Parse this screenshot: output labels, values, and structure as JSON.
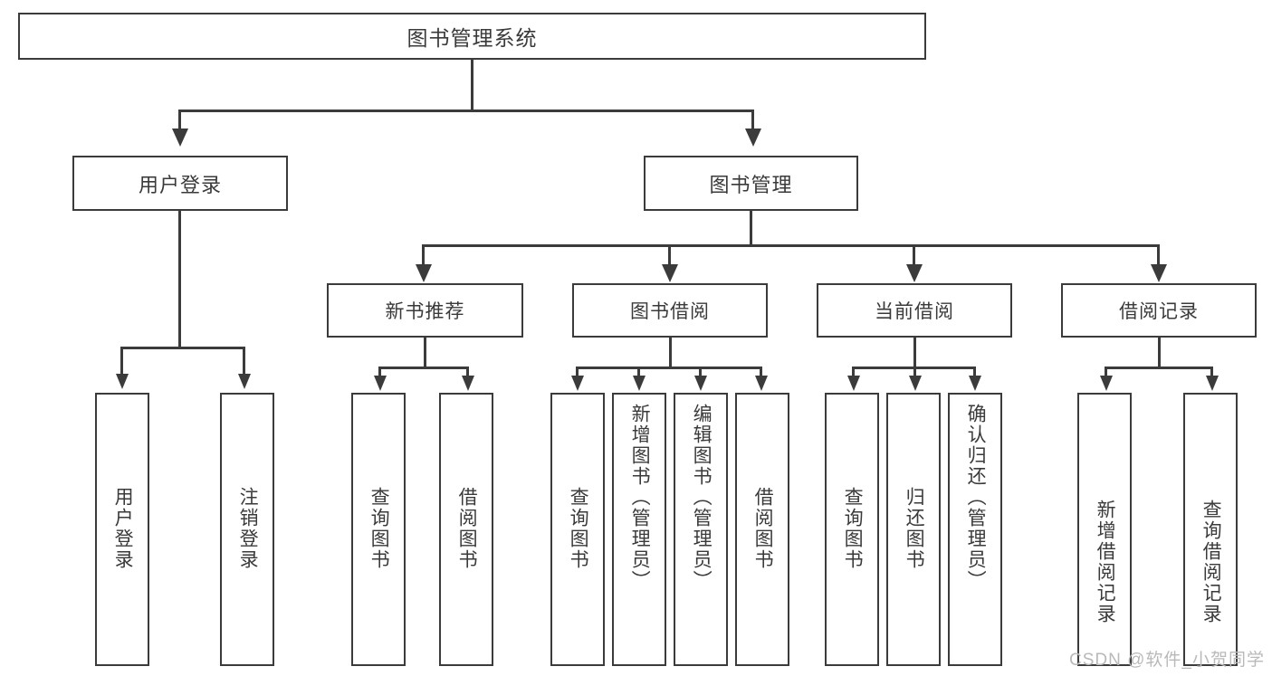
{
  "diagram": {
    "type": "tree",
    "title": "图书管理系统",
    "root": {
      "label": "图书管理系统"
    },
    "level2": [
      {
        "label": "用户登录"
      },
      {
        "label": "图书管理"
      }
    ],
    "level3": [
      {
        "label": "新书推荐"
      },
      {
        "label": "图书借阅"
      },
      {
        "label": "当前借阅"
      },
      {
        "label": "借阅记录"
      }
    ],
    "leaves": {
      "user_login": [
        {
          "label": "用户登录"
        },
        {
          "label": "注销登录"
        }
      ],
      "new_book_recommend": [
        {
          "label": "查询图书"
        },
        {
          "label": "借阅图书"
        }
      ],
      "book_borrow": [
        {
          "label": "查询图书"
        },
        {
          "label": "新增图书（管理员）"
        },
        {
          "label": "编辑图书（管理员）"
        },
        {
          "label": "借阅图书"
        }
      ],
      "current_borrow": [
        {
          "label": "查询图书"
        },
        {
          "label": "归还图书"
        },
        {
          "label": "确认归还（管理员）"
        }
      ],
      "borrow_record": [
        {
          "label": "新增借阅记录"
        },
        {
          "label": "查询借阅记录"
        }
      ]
    }
  },
  "watermark": {
    "text": "CSDN @软件_小贺同学"
  },
  "colors": {
    "background": "#ffffff",
    "border": "#3b3b3b",
    "text": "#3a3a3a",
    "watermark": "#b9b9b9"
  }
}
